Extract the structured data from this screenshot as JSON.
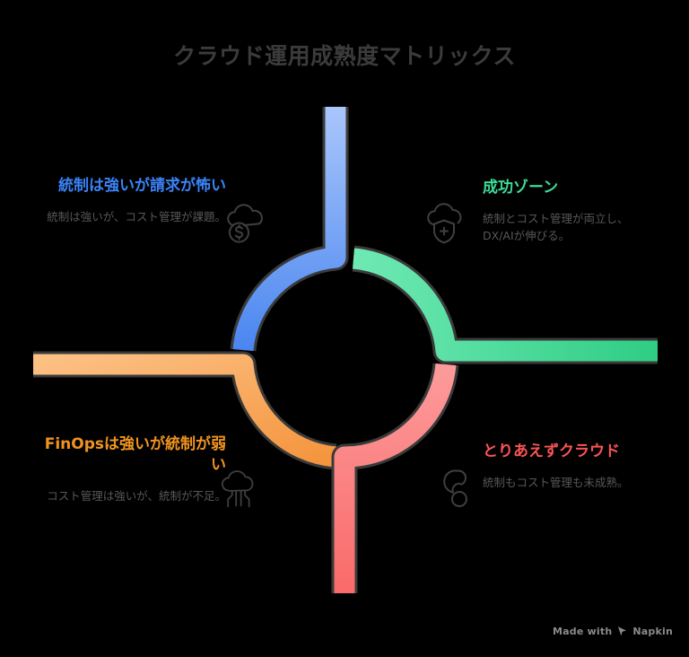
{
  "page": {
    "title": "クラウド運用成熟度マトリックス",
    "background_color": "#000000"
  },
  "colors": {
    "blue": "#5b93f5",
    "green": "#3ddc97",
    "orange": "#f6a04a",
    "red": "#fb7070",
    "title_text": "#3b3b3b",
    "body_text": "#575757",
    "outline": "#3a3a3a"
  },
  "quadrants": {
    "top_left": {
      "title": "統制は強いが請求が怖い",
      "body": "統制は強いが、コスト管理が課題。",
      "color": "#3b82f6",
      "icon": "cloud-dollar-icon"
    },
    "top_right": {
      "title": "成功ゾーン",
      "body": "統制とコスト管理が両立し、DX/AIが伸びる。",
      "color": "#3ddc97",
      "icon": "cloud-shield-icon"
    },
    "bottom_left": {
      "title": "FinOpsは強いが統制が弱い",
      "body": "コスト管理は強いが、統制が不足。",
      "color": "#f0941f",
      "icon": "cloud-circuit-icon"
    },
    "bottom_right": {
      "title": "とりあえずクラウド",
      "body": "統制もコスト管理も未成熟。",
      "color": "#fa5454",
      "icon": "connected-nodes-icon"
    }
  },
  "footer": {
    "made_with": "Made with",
    "brand": "Napkin"
  }
}
